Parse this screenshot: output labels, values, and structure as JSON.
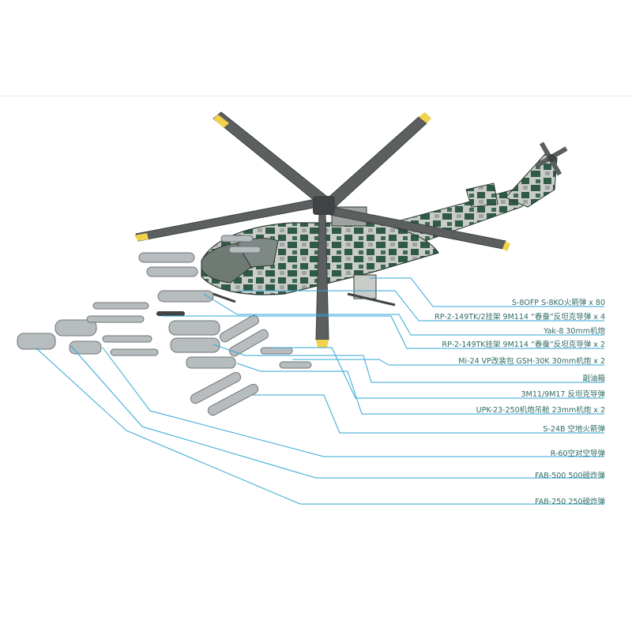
{
  "colors": {
    "leader_line": "#2fa6d6",
    "label_text": "#2f6b64",
    "camo_dark": "#2f5a45",
    "camo_light": "#c9ccc8",
    "rotor_grey": "#5b5f5f",
    "blade_tip": "#f1d24a",
    "weapon_grey": "#b7bcbf"
  },
  "callouts": [
    {
      "id": "s8",
      "text": "S-8OFP S-8KO火箭弹 x 80"
    },
    {
      "id": "rp2-149tk-2",
      "text": "RP-2-149TK/2挂架 9M114 “春蚕”反坦克导弹 x 4"
    },
    {
      "id": "yak8",
      "text": "Yak-8 30mm机炮"
    },
    {
      "id": "rp2-149tk",
      "text": "RP-2-149TK挂架 9M114 “春蚕”反坦克导弹 x 2"
    },
    {
      "id": "gsh30k",
      "text": "Mi-24 VP改装包 GSH-30K 30mm机炮 x 2"
    },
    {
      "id": "fuel",
      "text": "副油箱"
    },
    {
      "id": "3m11",
      "text": "3M11/9M17 反坦克导弹"
    },
    {
      "id": "upk23",
      "text": "UPK-23-250机炮吊舱 23mm机炮 x 2"
    },
    {
      "id": "s24b",
      "text": "S-24B 空地火箭弹"
    },
    {
      "id": "r60",
      "text": "R-60空对空导弹"
    },
    {
      "id": "fab500",
      "text": "FAB-500 500磅炸弹"
    },
    {
      "id": "fab250",
      "text": "FAB-250 250磅炸弹"
    }
  ]
}
